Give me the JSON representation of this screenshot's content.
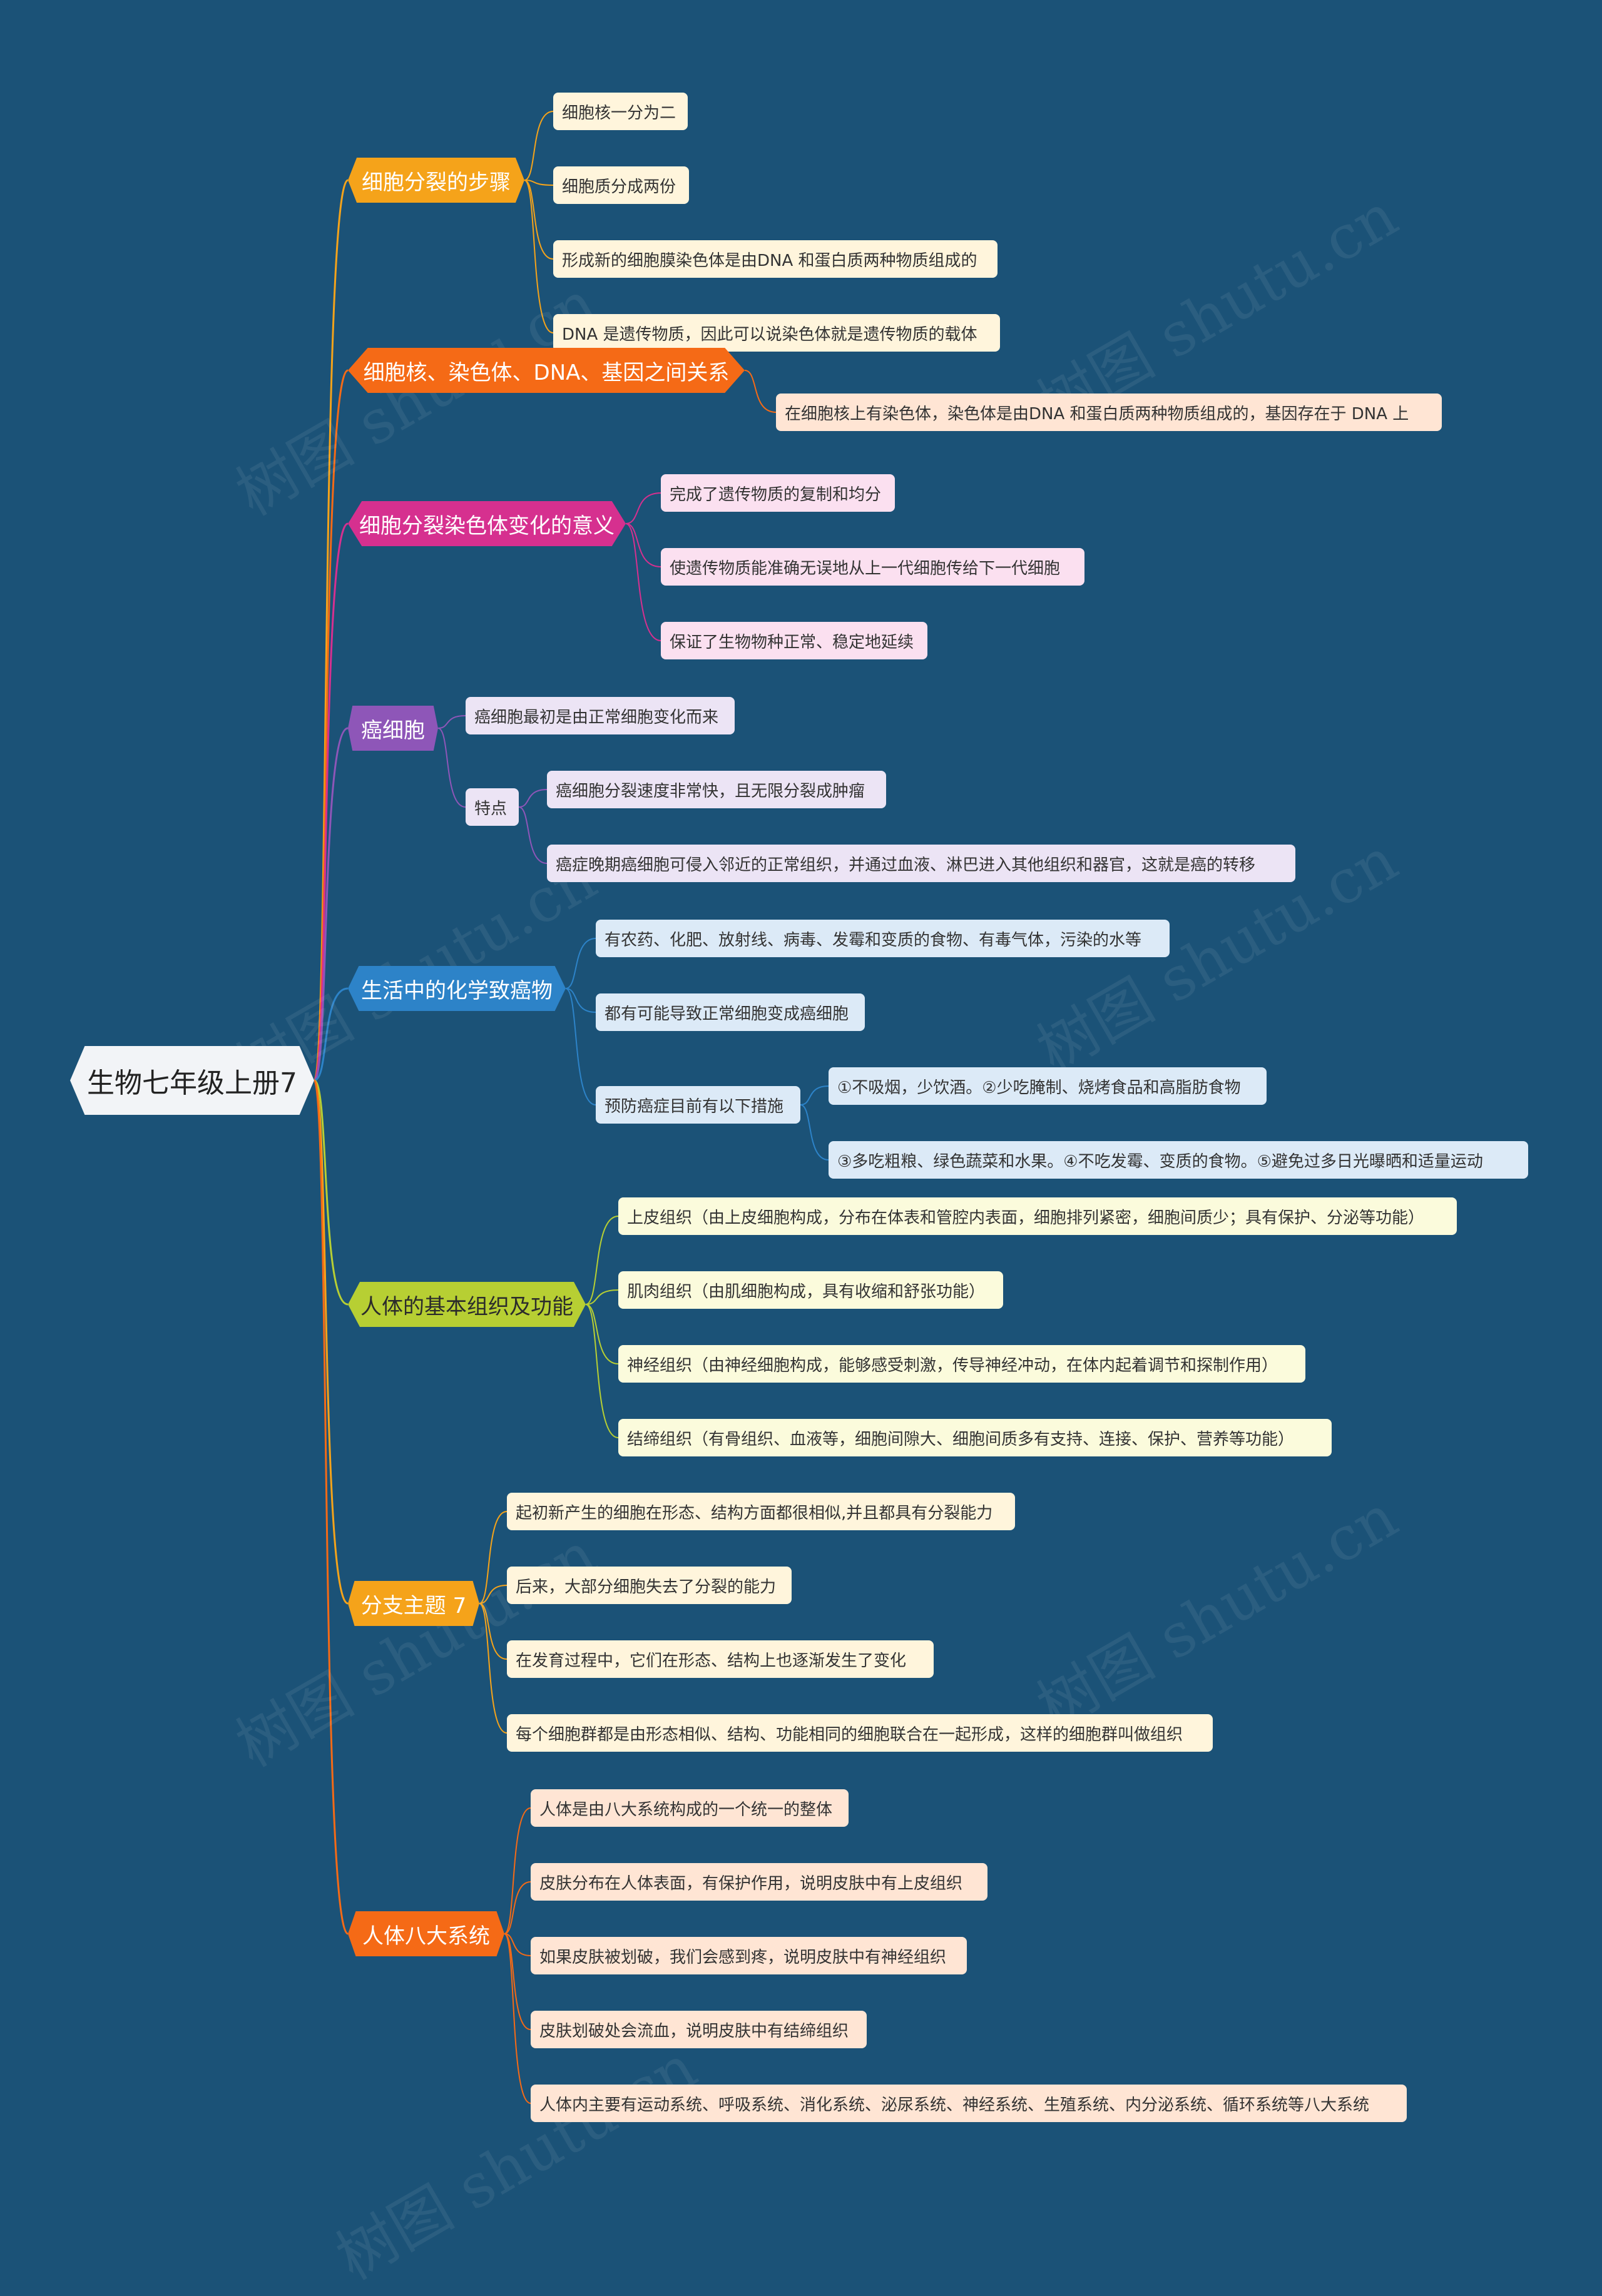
{
  "root": "生物七年级上册7",
  "watermark": "树图 shutu.cn",
  "branches": [
    {
      "title": "细胞分裂的步骤",
      "color": "#f5a31a",
      "leaf_bg": "#fff5dc",
      "items": [
        "细胞核一分为二",
        "细胞质分成两份",
        "形成新的细胞膜染色体是由DNA 和蛋白质两种物质组成的",
        "DNA 是遗传物质，因此可以说染色体就是遗传物质的载体"
      ]
    },
    {
      "title": "细胞核、染色体、DNA、基因之间关系",
      "color": "#f56a16",
      "leaf_bg": "#ffe5d4",
      "items": [
        "在细胞核上有染色体，染色体是由DNA 和蛋白质两种物质组成的，基因存在于 DNA 上"
      ]
    },
    {
      "title": "细胞分裂染色体变化的意义",
      "color": "#d6308f",
      "leaf_bg": "#fbe0f0",
      "items": [
        "完成了遗传物质的复制和均分",
        "使遗传物质能准确无误地从上一代细胞传给下一代细胞",
        "保证了生物物种正常、稳定地延续"
      ]
    },
    {
      "title": "癌细胞",
      "color": "#8e56b8",
      "leaf_bg": "#ece4f5",
      "items": [
        "癌细胞最初是由正常细胞变化而来"
      ],
      "sub": {
        "title": "特点",
        "items": [
          "癌细胞分裂速度非常快，且无限分裂成肿瘤",
          "癌症晚期癌细胞可侵入邻近的正常组织，并通过血液、淋巴进入其他组织和器官，这就是癌的转移"
        ]
      }
    },
    {
      "title": "生活中的化学致癌物",
      "color": "#2d83c8",
      "leaf_bg": "#dceaf7",
      "items": [
        "有农药、化肥、放射线、病毒、发霉和变质的食物、有毒气体，污染的水等",
        "都有可能导致正常细胞变成癌细胞"
      ],
      "sub": {
        "title": "预防癌症目前有以下措施",
        "items": [
          "①不吸烟，少饮酒。②少吃腌制、烧烤食品和高脂肪食物",
          "③多吃粗粮、绿色蔬菜和水果。④不吃发霉、变质的食物。⑤避免过多日光曝晒和适量运动"
        ]
      }
    },
    {
      "title": "人体的基本组织及功能",
      "color": "#b7cf33",
      "leaf_bg": "#fbfbdc",
      "items": [
        "上皮组织（由上皮细胞构成，分布在体表和管腔内表面，细胞排列紧密，细胞间质少；具有保护、分泌等功能）",
        "肌肉组织（由肌细胞构成，具有收缩和舒张功能）",
        "神经组织（由神经细胞构成，能够感受刺激，传导神经冲动，在体内起着调节和探制作用）",
        "结缔组织（有骨组织、血液等，细胞间隙大、细胞间质多有支持、连接、保护、营养等功能）"
      ]
    },
    {
      "title": "分支主题 7",
      "color": "#f5a31a",
      "leaf_bg": "#fff5dc",
      "items": [
        "起初新产生的细胞在形态、结构方面都很相似,并且都具有分裂能力",
        "后来，大部分细胞失去了分裂的能力",
        "在发育过程中，它们在形态、结构上也逐渐发生了变化",
        "每个细胞群都是由形态相似、结构、功能相同的细胞联合在一起形成，这样的细胞群叫做组织"
      ]
    },
    {
      "title": "人体八大系统",
      "color": "#f56a16",
      "leaf_bg": "#ffe5d4",
      "items": [
        "人体是由八大系统构成的一个统一的整体",
        "皮肤分布在人体表面，有保护作用，说明皮肤中有上皮组织",
        "如果皮肤被划破，我们会感到疼，说明皮肤中有神经组织",
        "皮肤划破处会流血，说明皮肤中有结缔组织",
        "人体内主要有运动系统、呼吸系统、消化系统、泌尿系统、神经系统、生殖系统、内分泌系统、循环系统等八大系统"
      ]
    }
  ]
}
